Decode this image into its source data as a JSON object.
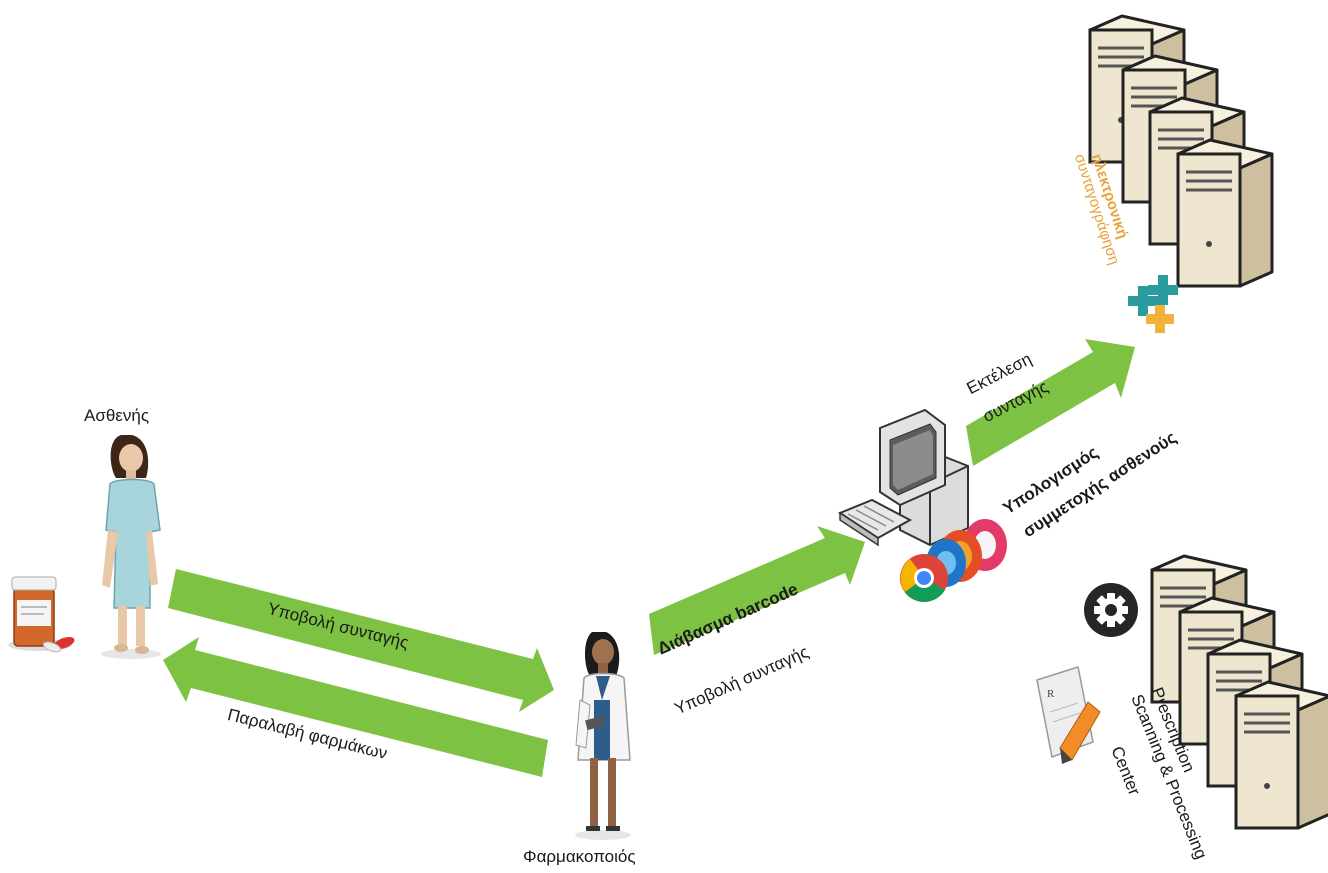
{
  "actors": {
    "patient": "Ασθενής",
    "pharmacist": "Φαρμακοποιός"
  },
  "flows": {
    "submit_prescription_to_pharmacist": "Υποβολή συνταγής",
    "receive_medicines": "Παραλαβή φαρμάκων",
    "read_barcode": "Διάβασμα barcode",
    "submit_prescription_to_system": "Υποβολή συνταγής",
    "execute_prescription_line1": "Εκτέλεση",
    "execute_prescription_line2": "συνταγής",
    "patient_contribution_line1": "Υπολογισμός",
    "patient_contribution_line2": "συμμετοχής ασθενούς"
  },
  "eprescription": {
    "line1": "ηλεκτρονική",
    "line2": "συνταγογράφηση"
  },
  "processing_center": {
    "line1": "Prescription",
    "line2": "Scanning & Processing",
    "line3": "Center"
  },
  "colors": {
    "arrow_green": "#7dc242",
    "eprescription_orange": "#e8a33a",
    "cross_teal": "#2a9c9f",
    "server_beige": "#efe6cf"
  },
  "icons": [
    "medicine-bottle-icon",
    "patient-figure-icon",
    "pharmacist-figure-icon",
    "desktop-computer-icon",
    "browser-logos-icon",
    "server-stack-icon",
    "health-cross-logo-icon",
    "gear-icon",
    "prescription-paper-icon"
  ]
}
